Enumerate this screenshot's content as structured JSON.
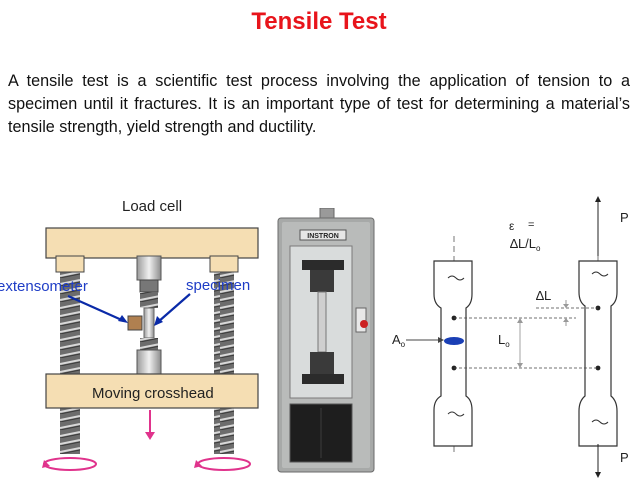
{
  "slide": {
    "title": "Tensile Test",
    "paragraph": "A tensile test is a scientific test process involving the application of tension to a specimen until it fractures. It is an important type of test for determining a material’s tensile strength, yield strength and ductility."
  },
  "figure_left": {
    "load_cell_label": "Load cell",
    "extensometer_label": "extensometer",
    "specimen_label": "specimen",
    "crosshead_label": "Moving crosshead"
  },
  "figure_middle": {
    "machine_badge": "INSTRON"
  },
  "figure_right": {
    "strain_symbol": "ε",
    "strain_equals": "=",
    "delta_L_over_L0": "∆L/L",
    "sub_zero": "o",
    "delta_L": "∆L",
    "area_label": "A",
    "length_label": "L",
    "load_top": "P",
    "load_bottom": "P"
  },
  "colors": {
    "title": "#e8141b",
    "frame_beige": "#f5deb3",
    "arrow_blue": "#0a2aa8",
    "label_blue": "#1f3dc6",
    "crosshead_arrow": "#e0338c",
    "specimen_marker": "#1a3fb5"
  }
}
